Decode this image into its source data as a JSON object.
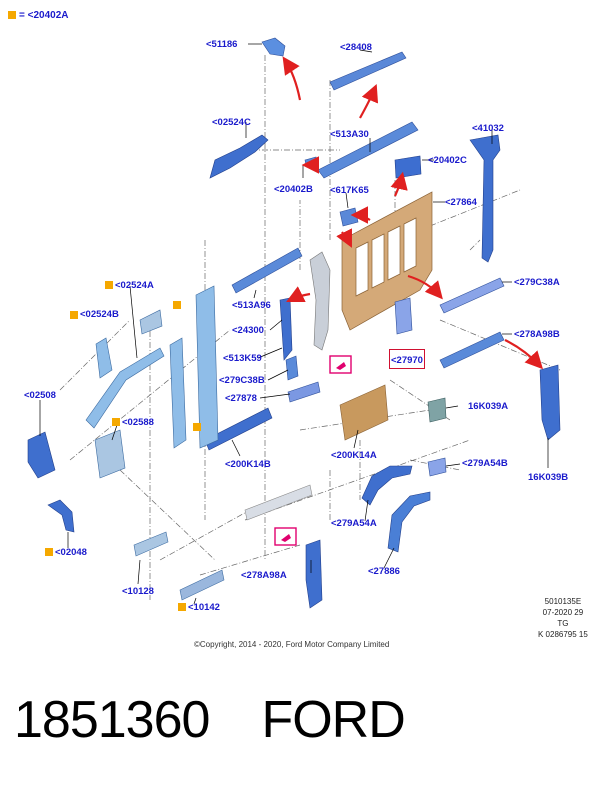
{
  "legend": {
    "marker_color": "#f5a800",
    "text": "= <20402A"
  },
  "labels": {
    "p51186": "<51186",
    "p28408": "<28408",
    "p02524C": "<02524C",
    "p513A30": "<513A30",
    "p41032": "<41032",
    "p20402C": "<20402C",
    "p20402B": "<20402B",
    "p617K65": "<617K65",
    "p27864": "<27864",
    "p02524A": "<02524A",
    "p02524B": "<02524B",
    "p513A96": "<513A96",
    "p279C38A": "<279C38A",
    "p24300": "<24300",
    "p278A98B": "<278A98B",
    "p513K59": "<513K59",
    "p27970": "<27970",
    "p279C38B": "<279C38B",
    "p02508": "<02508",
    "p27878": "<27878",
    "p16K039A": "16K039A",
    "p02588": "<02588",
    "p200K14B": "<200K14B",
    "p200K14A": "<200K14A",
    "p279A54B": "<279A54B",
    "p16K039B": "16K039B",
    "p279A54A": "<279A54A",
    "p02048": "<02048",
    "p278A98A": "<278A98A",
    "p27886": "<27886",
    "p10128": "<10128",
    "p10142": "<10142"
  },
  "meta": {
    "line1": "5010135E",
    "line2": "07-2020 29",
    "line3": "TG",
    "line4": "K 0286795 15"
  },
  "copyright": "©Copyright, 2014 - 2020, Ford Motor Company Limited",
  "caption": {
    "part_number": "1851360",
    "brand": "FORD"
  },
  "colors": {
    "label": "#1a1acc",
    "part_blue": "#4a7fd6",
    "part_tan": "#c8995e",
    "arrow_red": "#e02020",
    "highlight": "#e0006e"
  }
}
